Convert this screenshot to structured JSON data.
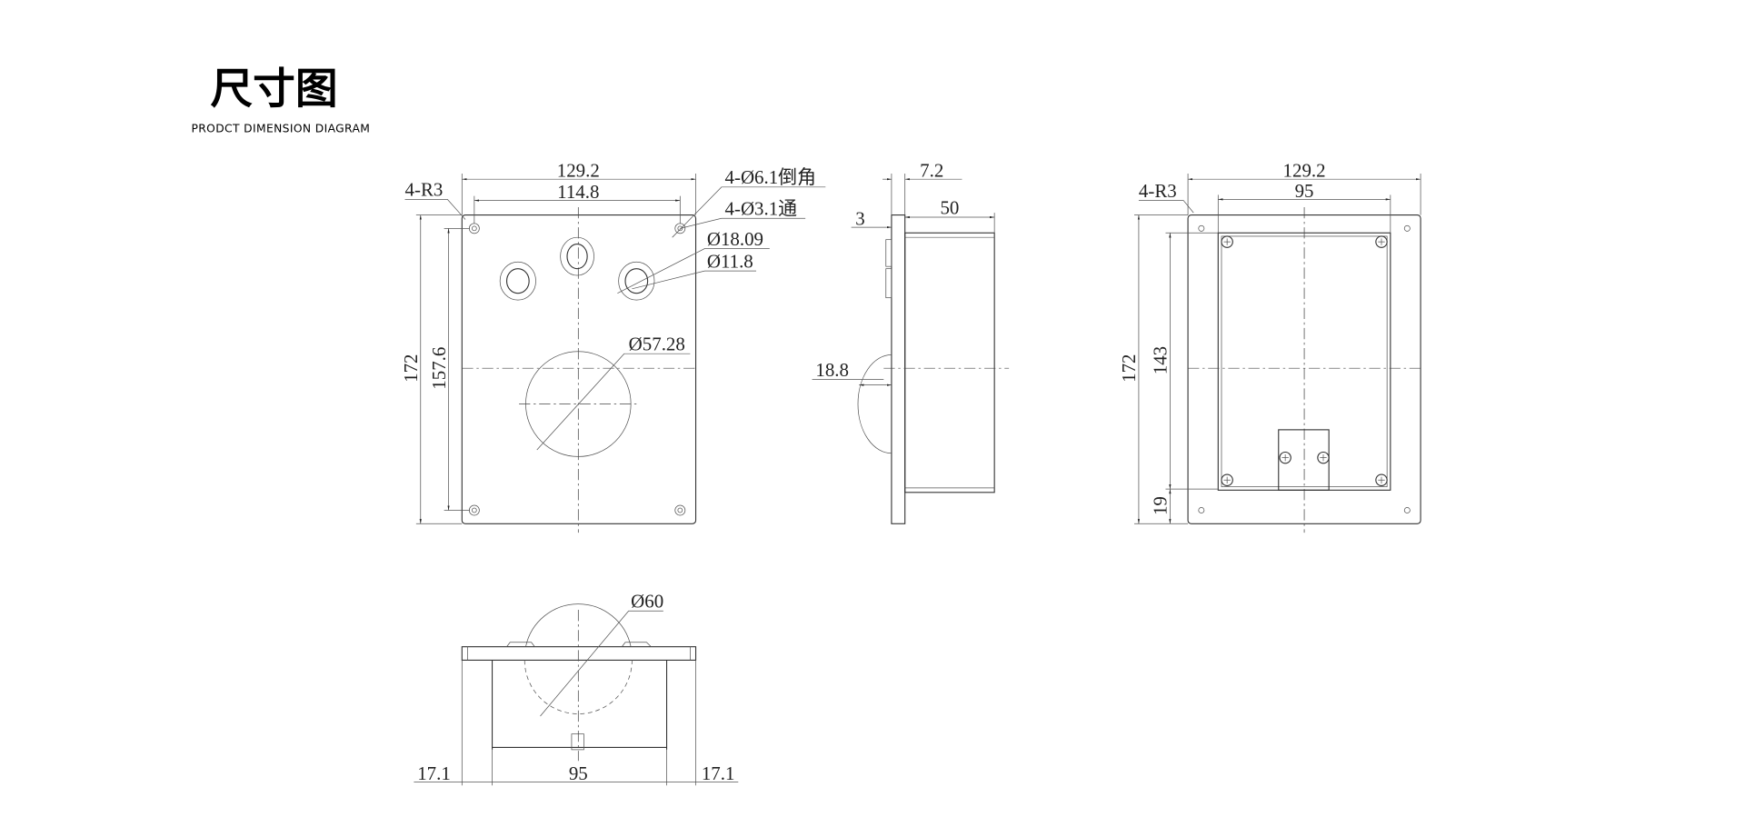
{
  "header": {
    "title": "尺寸图",
    "subtitle": "PRODCT DIMENSION DIAGRAM"
  },
  "front_view": {
    "width": "129.2",
    "hole_spacing_x": "114.8",
    "height": "172",
    "hole_spacing_y": "157.6",
    "corner_radius": "4-R3",
    "chamfer_hole": "4-Ø6.1倒角",
    "through_hole": "4-Ø3.1通",
    "button_outer": "Ø18.09",
    "button_inner": "Ø11.8",
    "speaker_hole": "Ø57.28"
  },
  "side_view": {
    "flange_thickness": "7.2",
    "lip": "3",
    "depth": "50",
    "dome_protrusion": "18.8"
  },
  "back_view": {
    "width": "129.2",
    "body_width": "95",
    "height": "172",
    "body_height": "143",
    "bottom_offset": "19",
    "corner_radius": "4-R3"
  },
  "bottom_view": {
    "dome_diameter": "Ø60",
    "left_margin": "17.1",
    "body_width": "95",
    "right_margin": "17.1"
  }
}
